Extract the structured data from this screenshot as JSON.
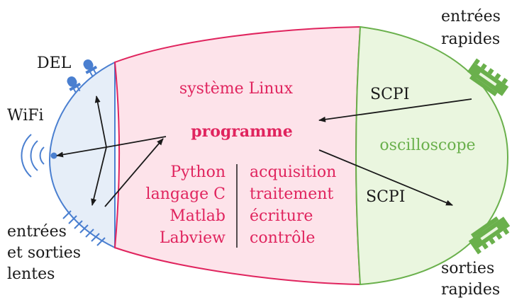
{
  "left_panel": {
    "del_label": "DEL",
    "wifi_label": "WiFi",
    "io_slow_label": [
      "entrées",
      "et sorties",
      "lentes"
    ]
  },
  "center_panel": {
    "title": "système Linux",
    "program_label": "programme",
    "languages": [
      "Python",
      "langage C",
      "Matlab",
      "Labview"
    ],
    "tasks": [
      "acquisition",
      "traitement",
      "écriture",
      "contrôle"
    ]
  },
  "right_panel": {
    "title": "oscilloscope",
    "fast_in_label": [
      "entrées",
      "rapides"
    ],
    "fast_out_label": [
      "sorties",
      "rapides"
    ]
  },
  "arrows": {
    "scpi_in": "SCPI",
    "scpi_out": "SCPI"
  },
  "colors": {
    "left_fill": "#e6eef8",
    "left_stroke": "#4a7fd0",
    "center_fill": "#fde3ea",
    "center_stroke": "#e0245e",
    "right_fill": "#eaf6df",
    "right_stroke": "#6ab04c"
  }
}
